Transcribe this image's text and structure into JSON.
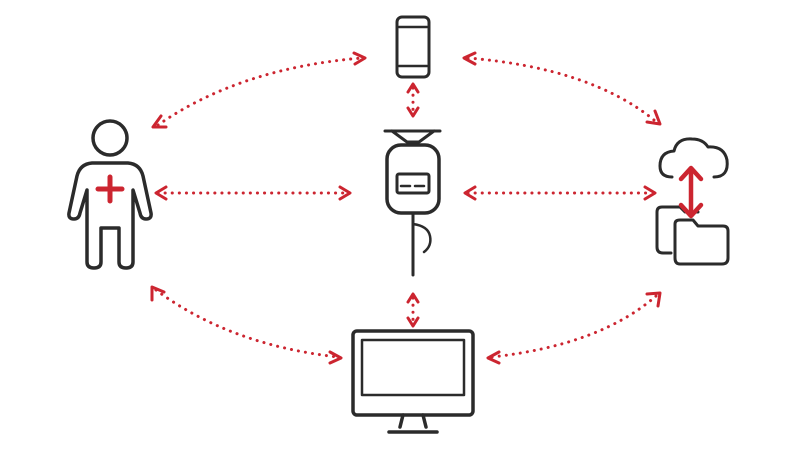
{
  "colors": {
    "ink": "#2b2b2b",
    "accent": "#cc2530",
    "background": "#ffffff"
  },
  "nodes": [
    {
      "id": "patient",
      "icon": "person-with-medical-cross-icon"
    },
    {
      "id": "smartphone",
      "icon": "smartphone-icon"
    },
    {
      "id": "infusion-pump",
      "icon": "iv-infusion-pump-icon"
    },
    {
      "id": "cloud-storage",
      "icon": "cloud-with-folders-icon"
    },
    {
      "id": "desktop-monitor",
      "icon": "desktop-monitor-icon"
    }
  ],
  "connections": [
    {
      "from": "patient",
      "to": "smartphone",
      "style": "dotted",
      "direction": "bidirectional"
    },
    {
      "from": "smartphone",
      "to": "cloud-storage",
      "style": "dotted",
      "direction": "bidirectional"
    },
    {
      "from": "patient",
      "to": "infusion-pump",
      "style": "dotted",
      "direction": "bidirectional"
    },
    {
      "from": "infusion-pump",
      "to": "cloud-storage",
      "style": "dotted",
      "direction": "bidirectional"
    },
    {
      "from": "smartphone",
      "to": "infusion-pump",
      "style": "dotted",
      "direction": "bidirectional"
    },
    {
      "from": "infusion-pump",
      "to": "desktop-monitor",
      "style": "dotted",
      "direction": "bidirectional"
    },
    {
      "from": "patient",
      "to": "desktop-monitor",
      "style": "dotted",
      "direction": "bidirectional"
    },
    {
      "from": "desktop-monitor",
      "to": "cloud-storage",
      "style": "dotted",
      "direction": "bidirectional"
    },
    {
      "from": "cloud",
      "to": "folders",
      "style": "solid",
      "direction": "bidirectional"
    }
  ]
}
